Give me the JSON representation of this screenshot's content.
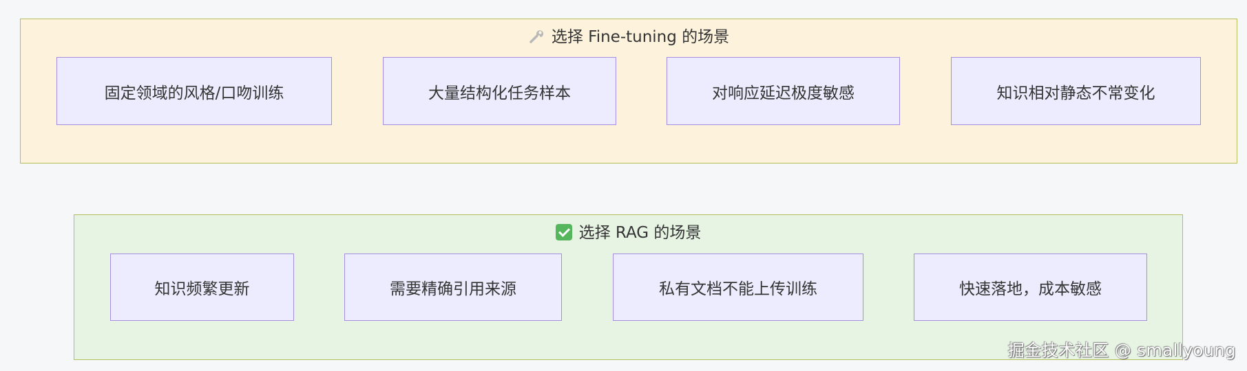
{
  "groups": {
    "fine_tuning": {
      "icon": "wrench-icon",
      "title": "选择 Fine-tuning 的场景",
      "nodes": [
        "固定领域的风格/口吻训练",
        "大量结构化任务样本",
        "对响应延迟极度敏感",
        "知识相对静态不常变化"
      ]
    },
    "rag": {
      "icon": "check-mark-icon",
      "title": "选择 RAG 的场景",
      "nodes": [
        "知识频繁更新",
        "需要精确引用来源",
        "私有文档不能上传训练",
        "快速落地，成本敏感"
      ]
    }
  },
  "watermark": "掘金技术社区 @ smallyoung",
  "colors": {
    "fine_tuning_bg": "#fdf2dc",
    "rag_bg": "#e7f4e4",
    "group_border": "#b5bd5a",
    "node_fill": "#ececfe",
    "node_border": "#a48de0"
  }
}
